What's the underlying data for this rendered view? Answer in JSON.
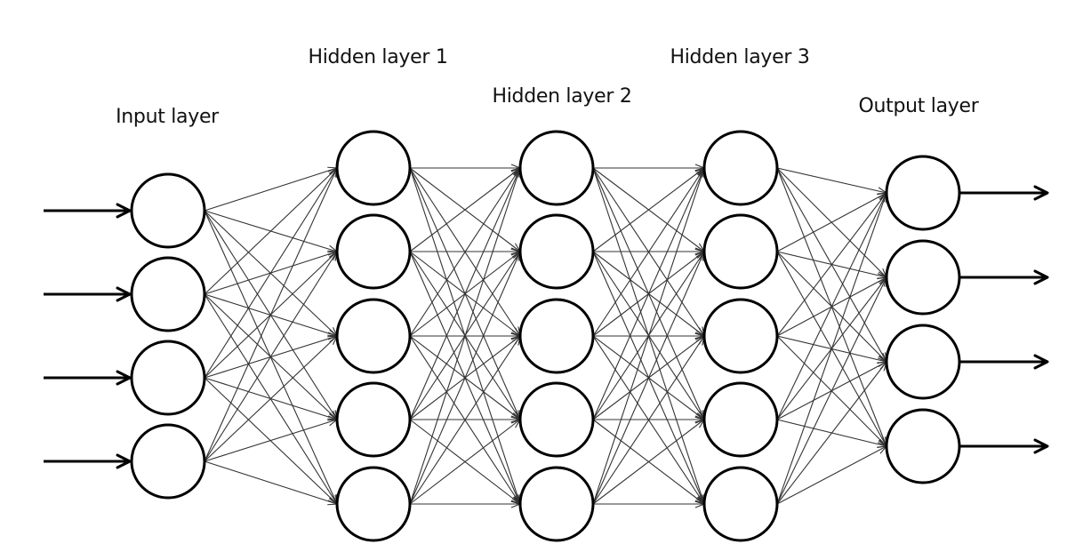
{
  "title": "Feedforward neural network diagram",
  "colors": {
    "node_stroke": "#000000",
    "node_fill": "#ffffff",
    "edge": "#333333",
    "io_arrow": "#000000",
    "background": "#ffffff"
  },
  "layers": [
    {
      "id": "input",
      "label": "Input layer",
      "neurons": 4
    },
    {
      "id": "hidden1",
      "label": "Hidden layer 1",
      "neurons": 5
    },
    {
      "id": "hidden2",
      "label": "Hidden layer 2",
      "neurons": 5
    },
    {
      "id": "hidden3",
      "label": "Hidden layer 3",
      "neurons": 5
    },
    {
      "id": "output",
      "label": "Output layer",
      "neurons": 4
    }
  ],
  "connectivity": "fully-connected",
  "inputs": 4,
  "outputs": 4
}
